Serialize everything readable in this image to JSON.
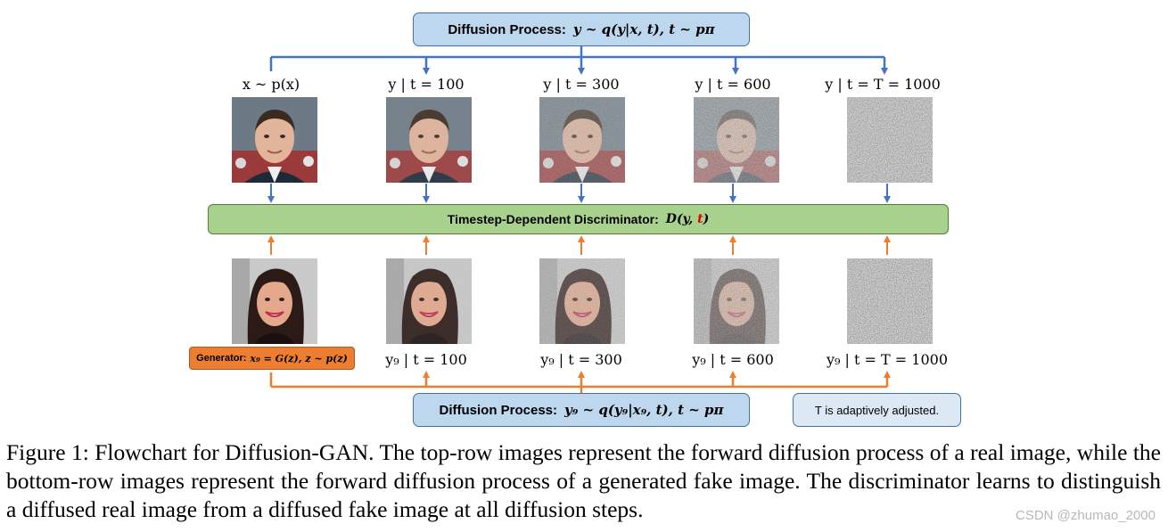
{
  "top_process": {
    "label": "Diffusion Process:",
    "formula": "y ~ q(y|x, t), t ~ pπ"
  },
  "top_labels": [
    "x ~ p(x)",
    "y | t = 100",
    "y | t = 300",
    "y | t = 600",
    "y | t = T = 1000"
  ],
  "discriminator": {
    "label": "Timestep-Dependent Discriminator:",
    "formula_pre": "D(y, ",
    "formula_t": "t",
    "formula_post": ")"
  },
  "generator": {
    "label": "Generator:",
    "formula": "x₉ = G(z), z ~ p(z)"
  },
  "bottom_labels": [
    "y₉ | t = 100",
    "y₉ | t = 300",
    "y₉ | t = 600",
    "y₉ | t = T = 1000"
  ],
  "bottom_process": {
    "label": "Diffusion Process:",
    "formula": "y₉ ~ q(y₉|x₉, t), t ~ pπ"
  },
  "note": "T is adaptively adjusted.",
  "caption": "Figure 1: Flowchart for Diffusion-GAN. The top-row images represent the forward diffusion process of a real image, while the bottom-row images represent the forward diffusion process of a generated fake image. The discriminator learns to distinguish a diffused real image from a diffused fake image at all diffusion steps.",
  "watermark": "CSDN @zhumao_2000",
  "colors": {
    "blue_arrow": "#4472c4",
    "orange_arrow": "#ed7d31",
    "process_fill": "#bdd7ee",
    "discriminator_fill": "#a9d18e",
    "generator_fill": "#ed7d31"
  },
  "image_noise_levels": {
    "top": [
      0,
      0.15,
      0.45,
      0.75,
      1.0
    ],
    "bottom": [
      0,
      0.15,
      0.45,
      0.75,
      1.0
    ]
  }
}
